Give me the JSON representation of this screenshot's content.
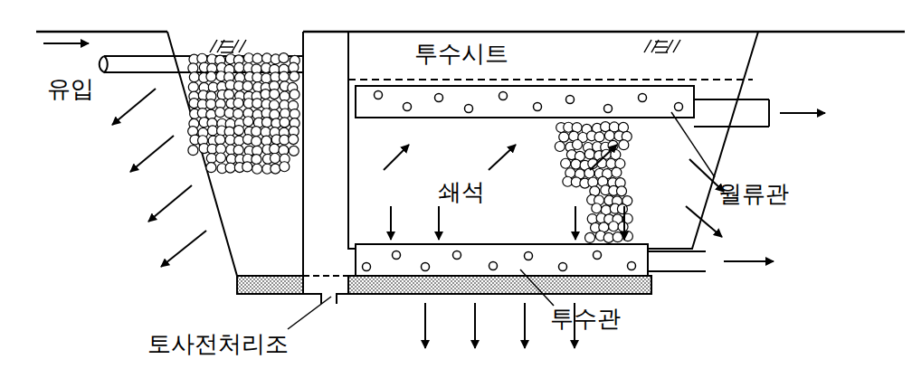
{
  "diagram": {
    "labels": [
      "유입",
      "투수시트",
      "월류관",
      "쇄석",
      "토사전처리조",
      "투수관"
    ]
  }
}
